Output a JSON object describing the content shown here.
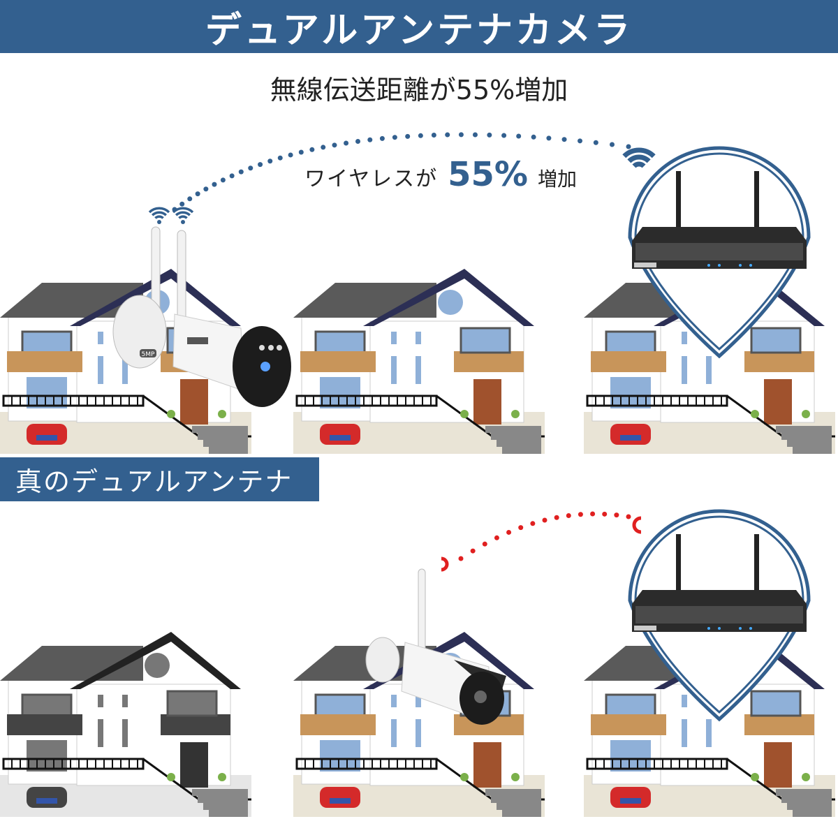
{
  "header": {
    "title": "デュアルアンテナカメラ"
  },
  "subtitle": "無線伝送距離が55%増加",
  "wireless_note": {
    "prefix": "ワイヤレスが",
    "percent": "55%",
    "suffix": "増加"
  },
  "section_label": "真のデュアルアンテナ",
  "camera_badge": "5MP",
  "colors": {
    "brand_blue": "#33608f",
    "signal_red": "#e02020",
    "roof": "#555555"
  }
}
